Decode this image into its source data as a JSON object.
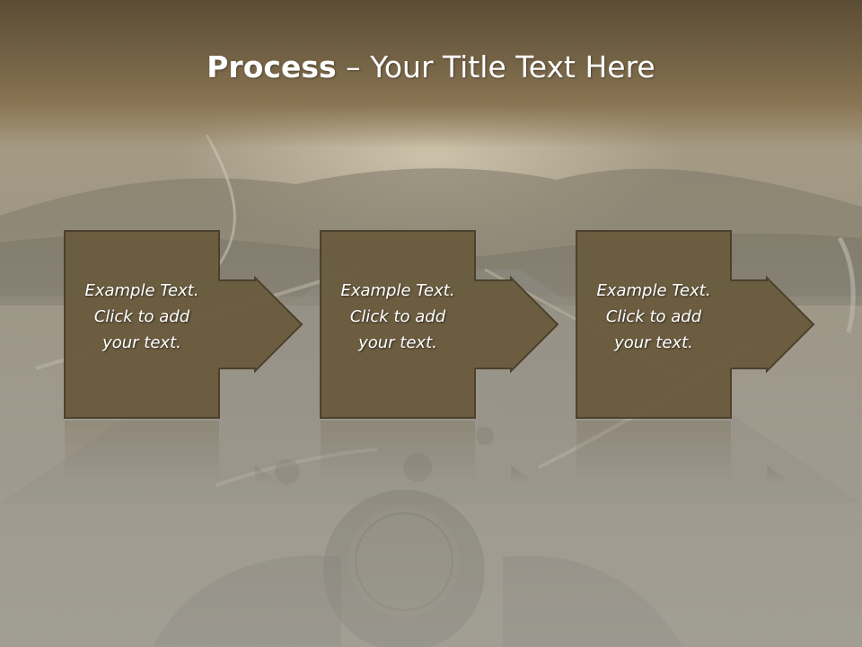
{
  "slide": {
    "title_bold": "Process",
    "title_rest": " – Your Title Text Here"
  },
  "steps": [
    {
      "line1": "Example Text.",
      "line2": "Click  to add",
      "line3": "your text."
    },
    {
      "line1": "Example Text.",
      "line2": "Click  to add",
      "line3": "your text."
    },
    {
      "line1": "Example Text.",
      "line2": "Click  to add",
      "line3": "your text."
    }
  ],
  "colors": {
    "box_fill": "#6b5c3f",
    "box_stroke": "#4a3f2b",
    "title_band": "#6f5e41"
  }
}
